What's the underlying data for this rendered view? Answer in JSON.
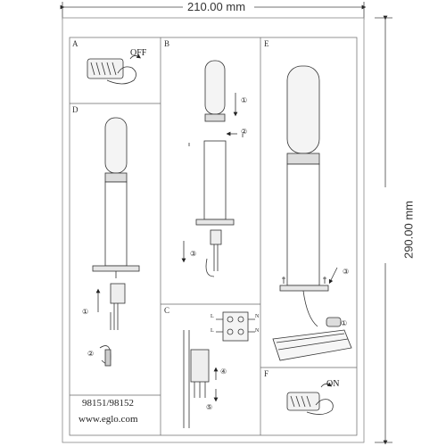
{
  "dimensions": {
    "width_label": "210.00 mm",
    "height_label": "290.00 mm"
  },
  "panels": {
    "a": {
      "label": "A",
      "annotation": "OFF"
    },
    "b": {
      "label": "B",
      "steps": [
        "①",
        "②",
        "③"
      ]
    },
    "c": {
      "label": "C",
      "terminals": [
        "L",
        "N",
        "L",
        "N"
      ],
      "steps": [
        "④",
        "⑤"
      ]
    },
    "d": {
      "label": "D",
      "steps": [
        "①",
        "②"
      ]
    },
    "e": {
      "label": "E",
      "steps": [
        "③",
        "①"
      ]
    },
    "f": {
      "label": "F",
      "annotation": "ON"
    }
  },
  "footer": {
    "model": "98151/98152",
    "website": "www.eglo.com"
  }
}
